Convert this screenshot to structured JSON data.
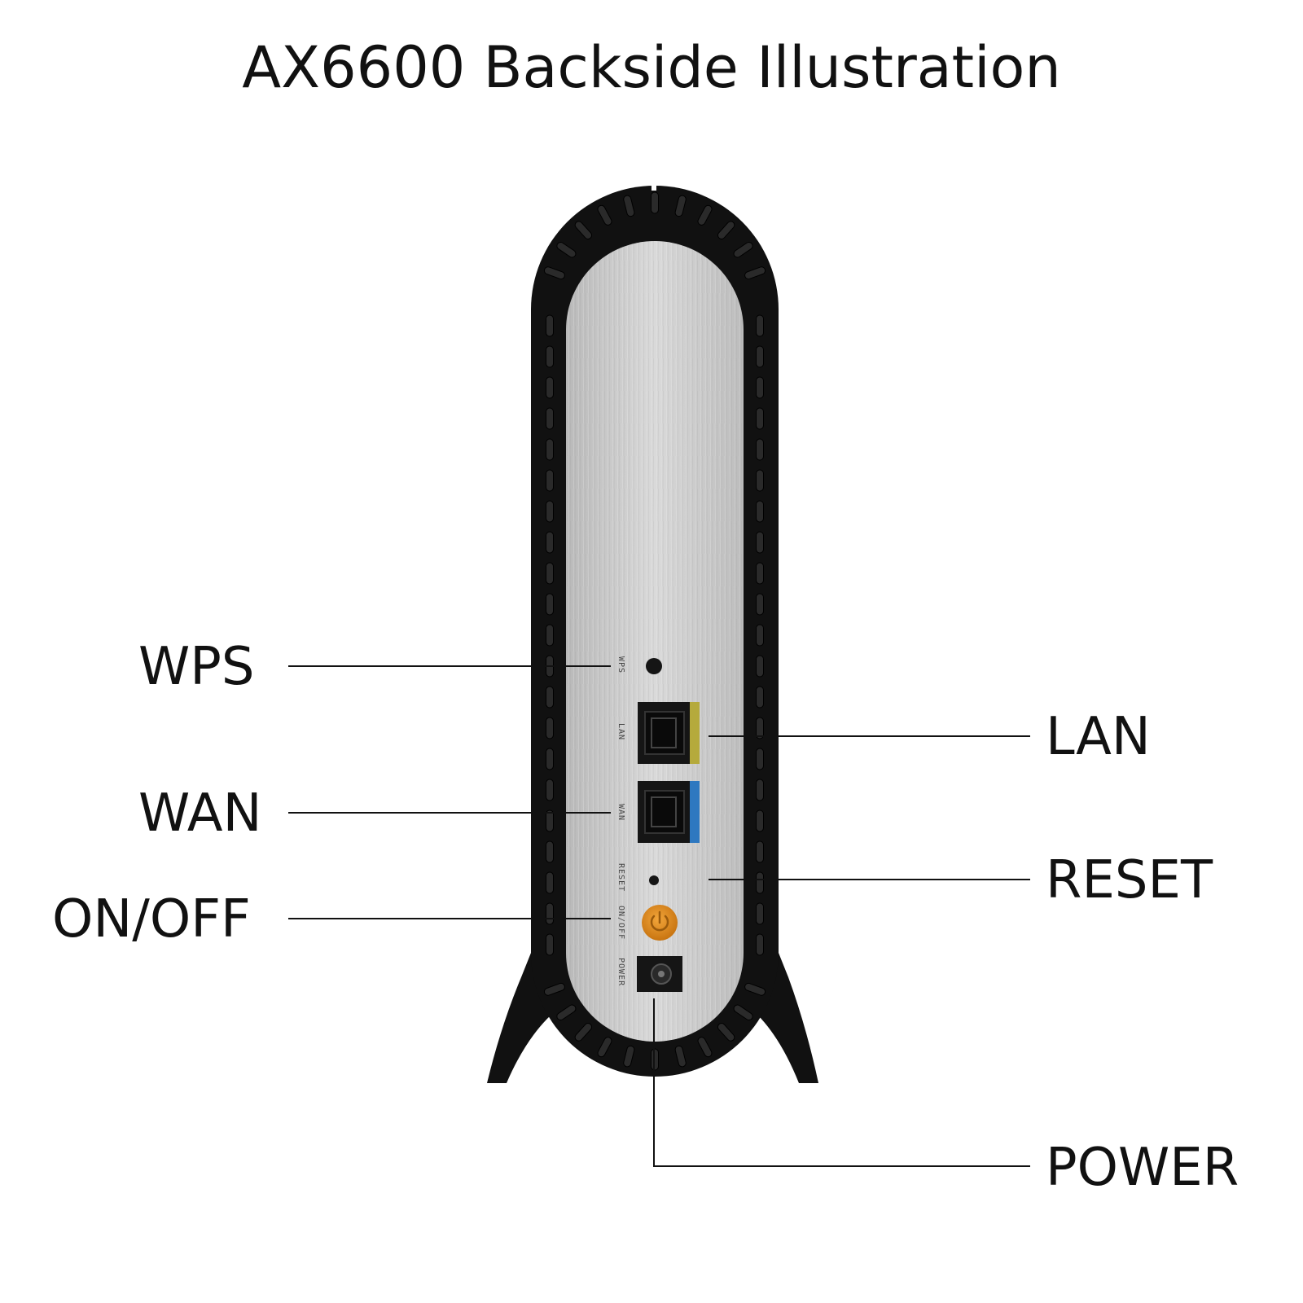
{
  "title": "AX6600 Backside Illustration",
  "colors": {
    "housing": "#111111",
    "panel": "#c8c8c8",
    "lan_accent": "#b5aa3c",
    "wan_accent": "#2e78c0",
    "power_button": "#e08a1e",
    "leader_line": "#111111"
  },
  "callouts": {
    "wps": "WPS",
    "lan": "LAN",
    "wan": "WAN",
    "reset": "RESET",
    "onoff": "ON/OFF",
    "power": "POWER"
  },
  "panel_labels": {
    "wps": "WPS",
    "lan": "LAN",
    "wan": "WAN",
    "reset": "RESET",
    "onoff": "ON/OFF",
    "power": "POWER"
  }
}
